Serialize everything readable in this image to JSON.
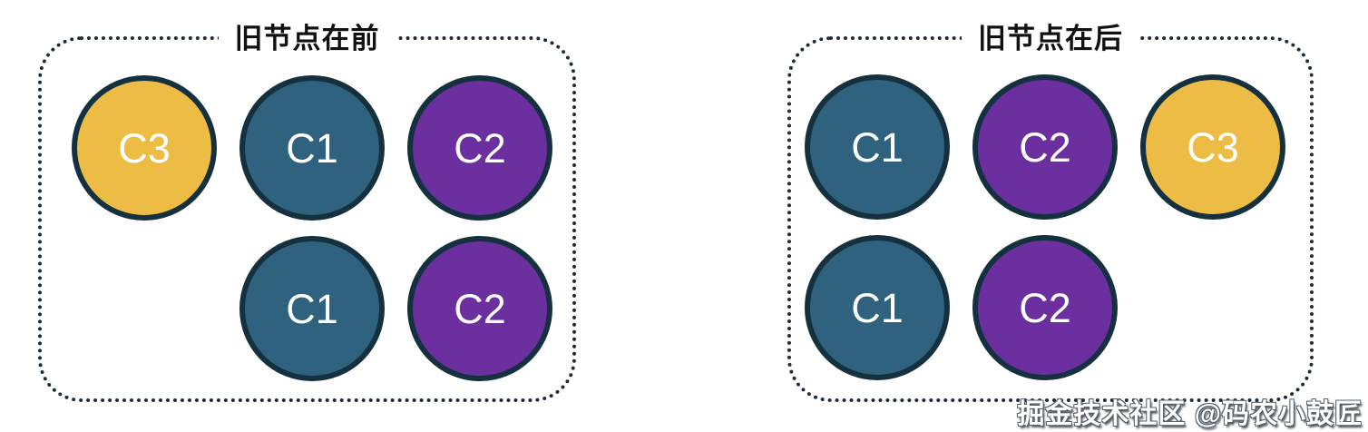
{
  "colors": {
    "yellow": "#ecbc45",
    "teal": "#2f627e",
    "purple": "#6c2f9f",
    "circle_border": "#15303f",
    "panel_border": "#1c2b3a",
    "title_text": "#111111",
    "circle_text": "#ffffff"
  },
  "panels": [
    {
      "title": "旧节点在前",
      "rows": [
        [
          {
            "label": "C3",
            "color": "yellow"
          },
          {
            "label": "C1",
            "color": "teal"
          },
          {
            "label": "C2",
            "color": "purple"
          }
        ],
        [
          null,
          {
            "label": "C1",
            "color": "teal"
          },
          {
            "label": "C2",
            "color": "purple"
          }
        ]
      ]
    },
    {
      "title": "旧节点在后",
      "rows": [
        [
          {
            "label": "C1",
            "color": "teal"
          },
          {
            "label": "C2",
            "color": "purple"
          },
          {
            "label": "C3",
            "color": "yellow"
          }
        ],
        [
          {
            "label": "C1",
            "color": "teal"
          },
          {
            "label": "C2",
            "color": "purple"
          },
          null
        ]
      ]
    }
  ],
  "watermark": "掘金技术社区 @码农小鼓匠"
}
